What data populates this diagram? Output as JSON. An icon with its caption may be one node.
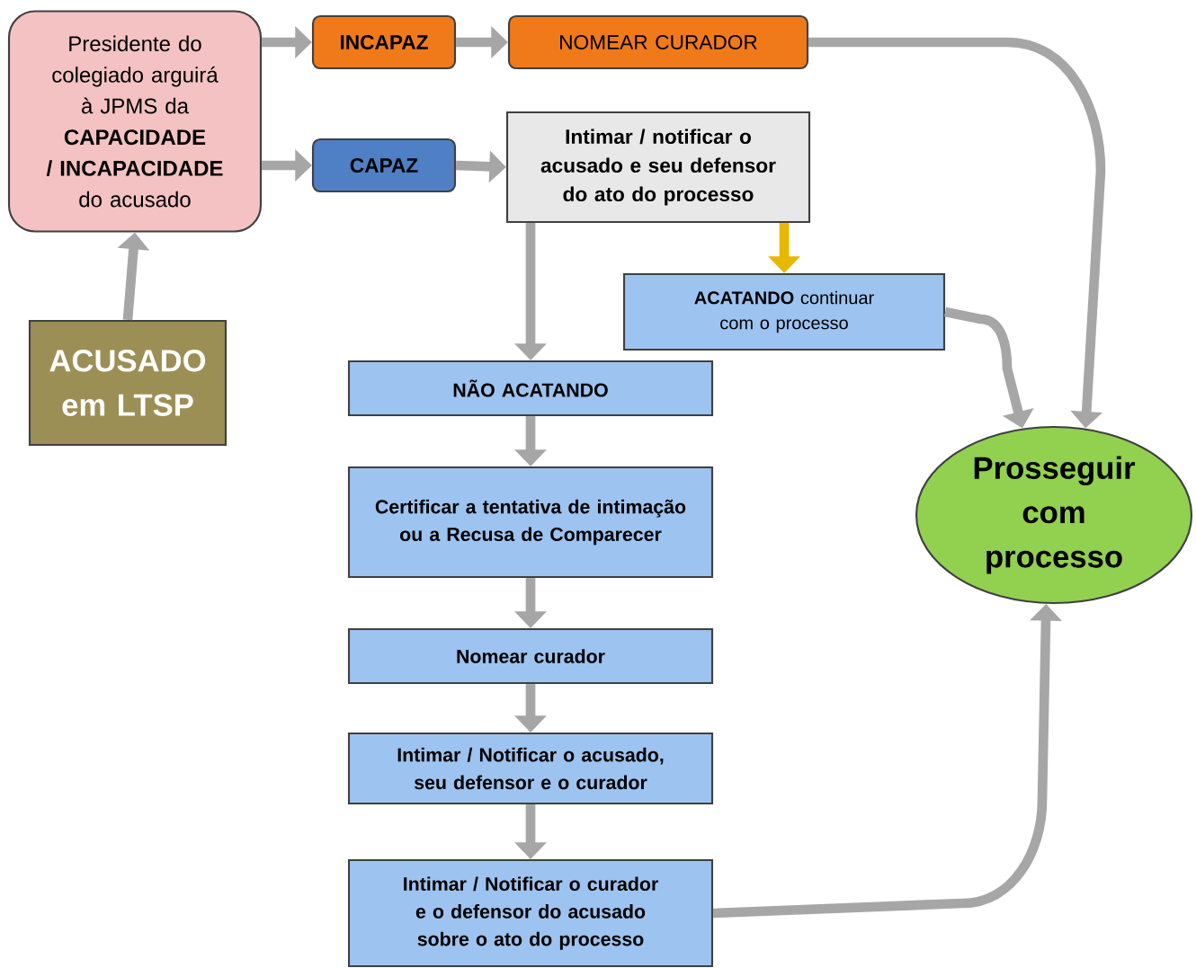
{
  "diagram": {
    "nodes": [
      {
        "text": [
          "Presidente do colegiado arguirá à JPMS da **CAPACIDADE / INCAPACIDADE** do acusado"
        ]
      },
      {
        "text": [
          "INCAPAZ"
        ]
      },
      {
        "text": [
          "NOMEAR CURADOR"
        ]
      },
      {
        "text": [
          "CAPAZ"
        ]
      },
      {
        "text": [
          "Intimar / notificar o acusado e seu defensor do ato do processo"
        ]
      },
      {
        "text": [
          "**ACATANDO** continuar com o processo"
        ]
      },
      {
        "text": [
          "ACUSADO em LTSP"
        ]
      },
      {
        "text": [
          "NÃO ACATANDO"
        ]
      },
      {
        "text": [
          "Certificar a tentativa de intimação ou a Recusa de Comparecer"
        ]
      },
      {
        "text": [
          "Nomear curador"
        ]
      },
      {
        "text": [
          "Intimar / Notificar o acusado, seu defensor e o curador"
        ]
      },
      {
        "text": [
          "Intimar / Notificar o curador e o defensor do acusado sobre o ato do processo"
        ]
      },
      {
        "text": [
          "Prosseguir com processo"
        ]
      }
    ],
    "edges": [
      {
        "from": 6,
        "to": 0,
        "arrow": "to"
      },
      {
        "from": 0,
        "to": 1,
        "arrow": "to"
      },
      {
        "from": 1,
        "to": 2,
        "arrow": "to"
      },
      {
        "from": 0,
        "to": 3,
        "arrow": "to"
      },
      {
        "from": 3,
        "to": 4,
        "arrow": "to"
      },
      {
        "from": 4,
        "to": 5,
        "arrow": "to",
        "color": "#e6b800"
      },
      {
        "from": 4,
        "to": 7,
        "arrow": "to"
      },
      {
        "from": 7,
        "to": 8,
        "arrow": "to"
      },
      {
        "from": 8,
        "to": 9,
        "arrow": "to"
      },
      {
        "from": 9,
        "to": 10,
        "arrow": "to"
      },
      {
        "from": 10,
        "to": 11,
        "arrow": "to"
      },
      {
        "from": 2,
        "to": 12,
        "arrow": "to"
      },
      {
        "from": 5,
        "to": 12,
        "arrow": "to"
      },
      {
        "from": 11,
        "to": 12,
        "arrow": "to"
      }
    ]
  }
}
